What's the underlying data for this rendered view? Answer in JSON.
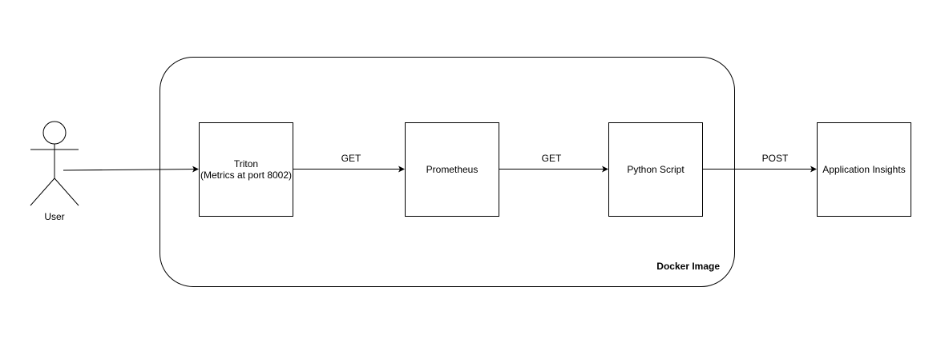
{
  "actor": {
    "label": "User"
  },
  "container": {
    "label": "Docker Image"
  },
  "nodes": {
    "triton": {
      "line1": "Triton",
      "line2": "(Metrics at port 8002)"
    },
    "prometheus": {
      "label": "Prometheus"
    },
    "python_script": {
      "label": "Python Script"
    },
    "app_insights": {
      "label": "Application Insights"
    }
  },
  "edges": {
    "triton_to_prometheus": "GET",
    "prometheus_to_script": "GET",
    "script_to_insights": "POST"
  },
  "colors": {
    "stroke": "#000000",
    "background": "#ffffff"
  }
}
